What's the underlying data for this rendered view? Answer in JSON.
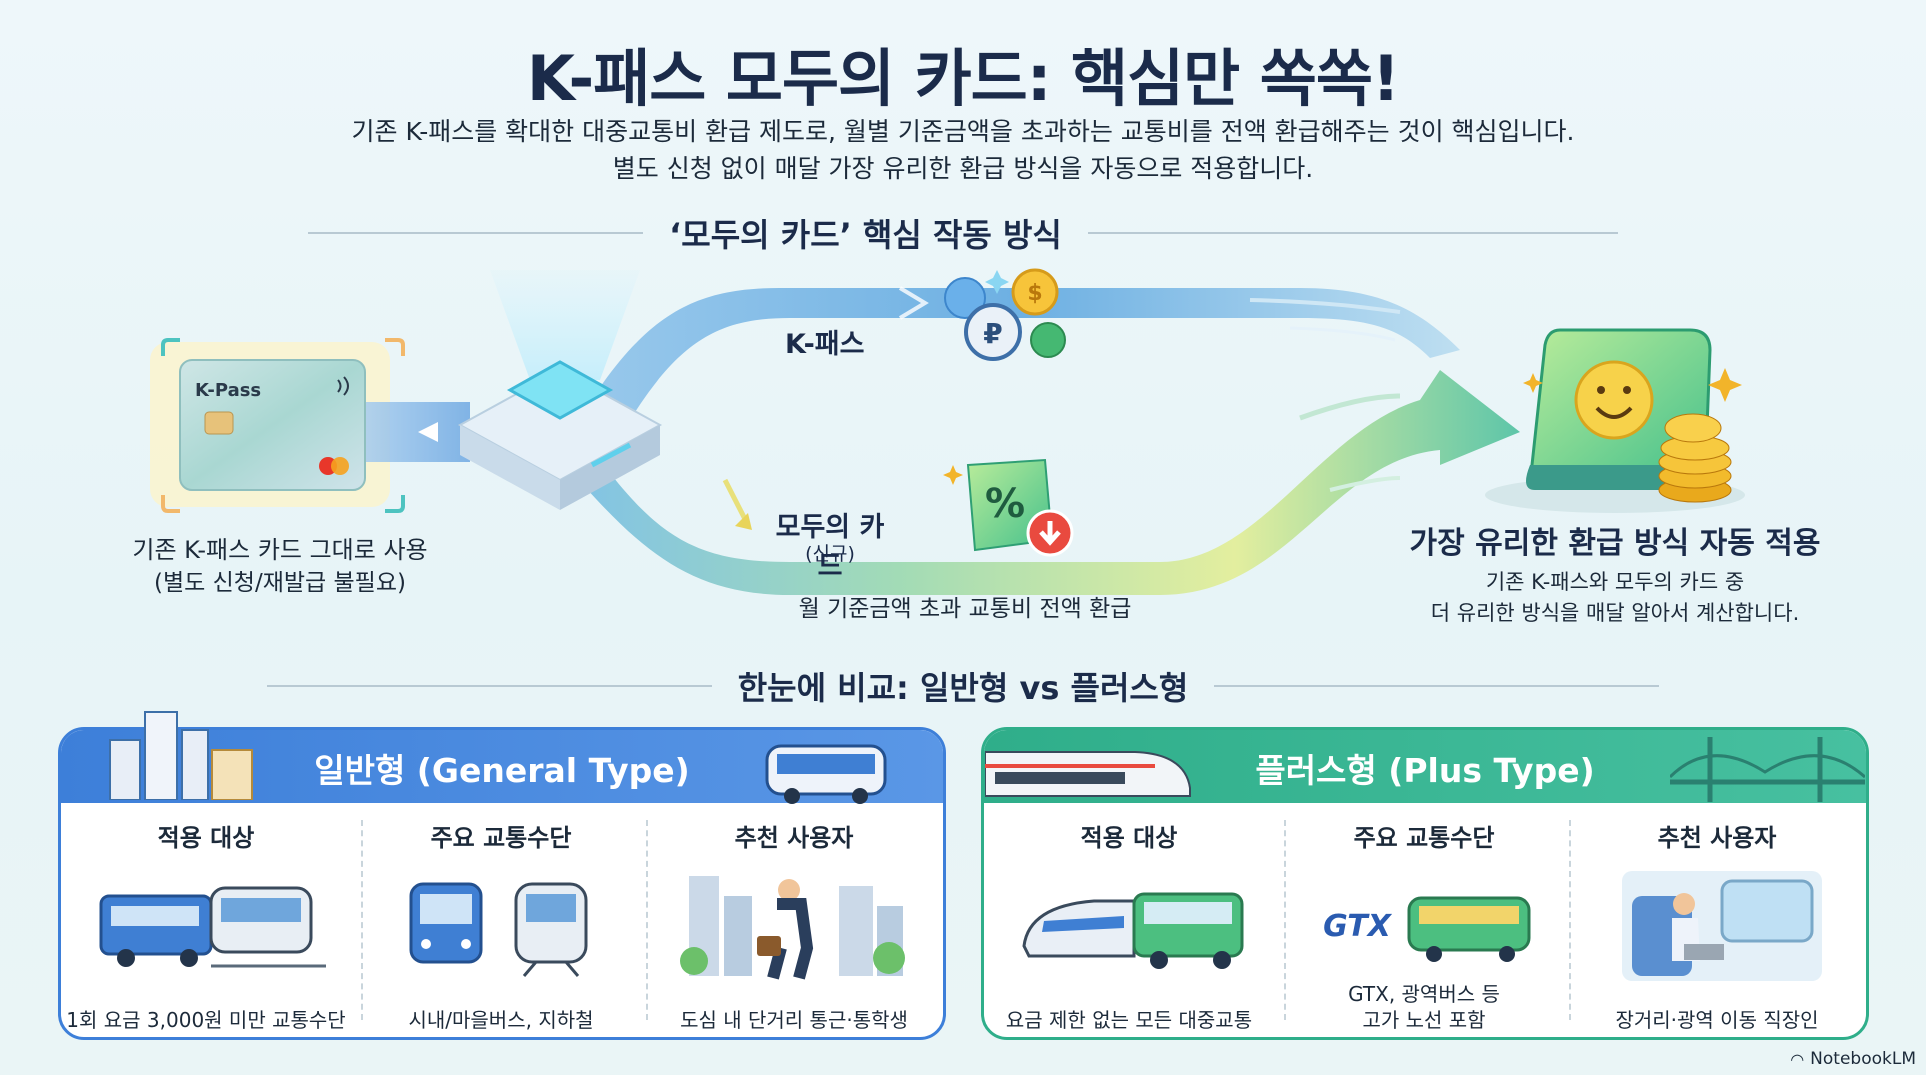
{
  "title": "K-패스 모두의 카드: 핵심만 쏙쏙!",
  "subtitle_line1": "기존 K-패스를 확대한 대중교통비 환급 제도로, 월별 기준금액을 초과하는 교통비를 전액 환급해주는 것이 핵심입니다.",
  "subtitle_line2": "별도 신청 없이 매달 가장 유리한 환급 방식을 자동으로 적용합니다.",
  "section1": {
    "heading": "‘모두의 카드’ 핵심 작동 방식",
    "card_label": "K-Pass",
    "card_caption_line1": "기존 K-패스 카드 그대로 사용",
    "card_caption_line2": "(별도 신청/재발급 불필요)",
    "path_top_label": "K-패스",
    "coin_symbol_1": "₽",
    "coin_symbol_2": "$",
    "path_bottom_label": "모두의 카드",
    "path_bottom_sublabel": "(신규)",
    "percent_symbol": "%",
    "path_bottom_caption": "월 기준금액 초과 교통비 전액 환급",
    "result_title": "가장 유리한 환급 방식 자동 적용",
    "result_line1": "기존 K-패스와 모두의 카드 중",
    "result_line2": "더 유리한 방식을 매달 알아서 계산합니다."
  },
  "section2": {
    "heading": "한눈에 비교: 일반형 vs 플러스형",
    "general": {
      "title": "일반형 (General Type)",
      "color": "#3d7fd9",
      "col1_head": "적용 대상",
      "col1_body": "1회 요금 3,000원 미만 교통수단",
      "col2_head": "주요 교통수단",
      "col2_body": "시내/마을버스, 지하철",
      "col3_head": "추천 사용자",
      "col3_body": "도심 내 단거리 통근·통학생"
    },
    "plus": {
      "title": "플러스형 (Plus Type)",
      "color": "#2fae8a",
      "col1_head": "적용 대상",
      "col1_body": "요금 제한 없는 모든 대중교통",
      "col2_head": "주요 교통수단",
      "gtx_logo": "GTX",
      "col2_body_line1": "GTX, 광역버스 등",
      "col2_body_line2": "고가 노선 포함",
      "col3_head": "추천 사용자",
      "col3_body": "장거리·광역 이동 직장인"
    }
  },
  "footer_brand": "NotebookLM"
}
